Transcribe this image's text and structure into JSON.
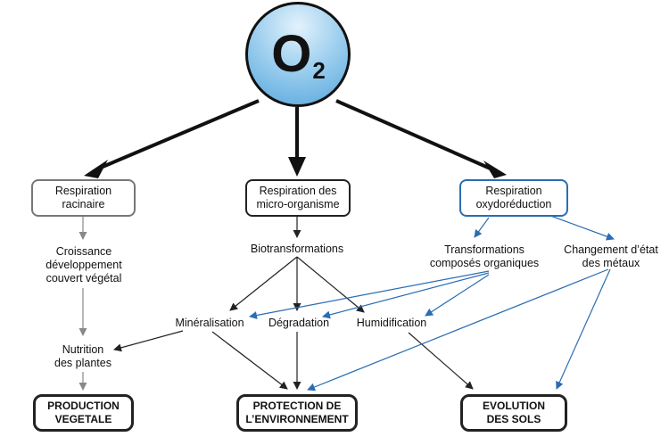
{
  "center": {
    "symbol": "O",
    "subscript": "2"
  },
  "respiration": {
    "racinaire": "Respiration\nracinaire",
    "microorganisme": "Respiration des\nmicro-organisme",
    "oxydoreduction": "Respiration\noxydoréduction"
  },
  "intermediate": {
    "croissance": "Croissance\ndéveloppement\ncouvert végétal",
    "biotransformations": "Biotransformations",
    "transformations": "Transformations\ncomposés organiques",
    "changement": "Changement d’état\ndes métaux",
    "mineralisation": "Minéralisation",
    "degradation": "Dégradation",
    "humidification": "Humidification",
    "nutrition": "Nutrition\ndes plantes"
  },
  "outcomes": {
    "production": "PRODUCTION\nVEGETALE",
    "protection": "PROTECTION DE\nL’ENVIRONNEMENT",
    "evolution": "EVOLUTION\nDES SOLS"
  },
  "colors": {
    "black_arrow": "#222222",
    "gray_arrow": "#888888",
    "blue_arrow": "#2a6db3",
    "o2_fill": "#56a6dd"
  }
}
